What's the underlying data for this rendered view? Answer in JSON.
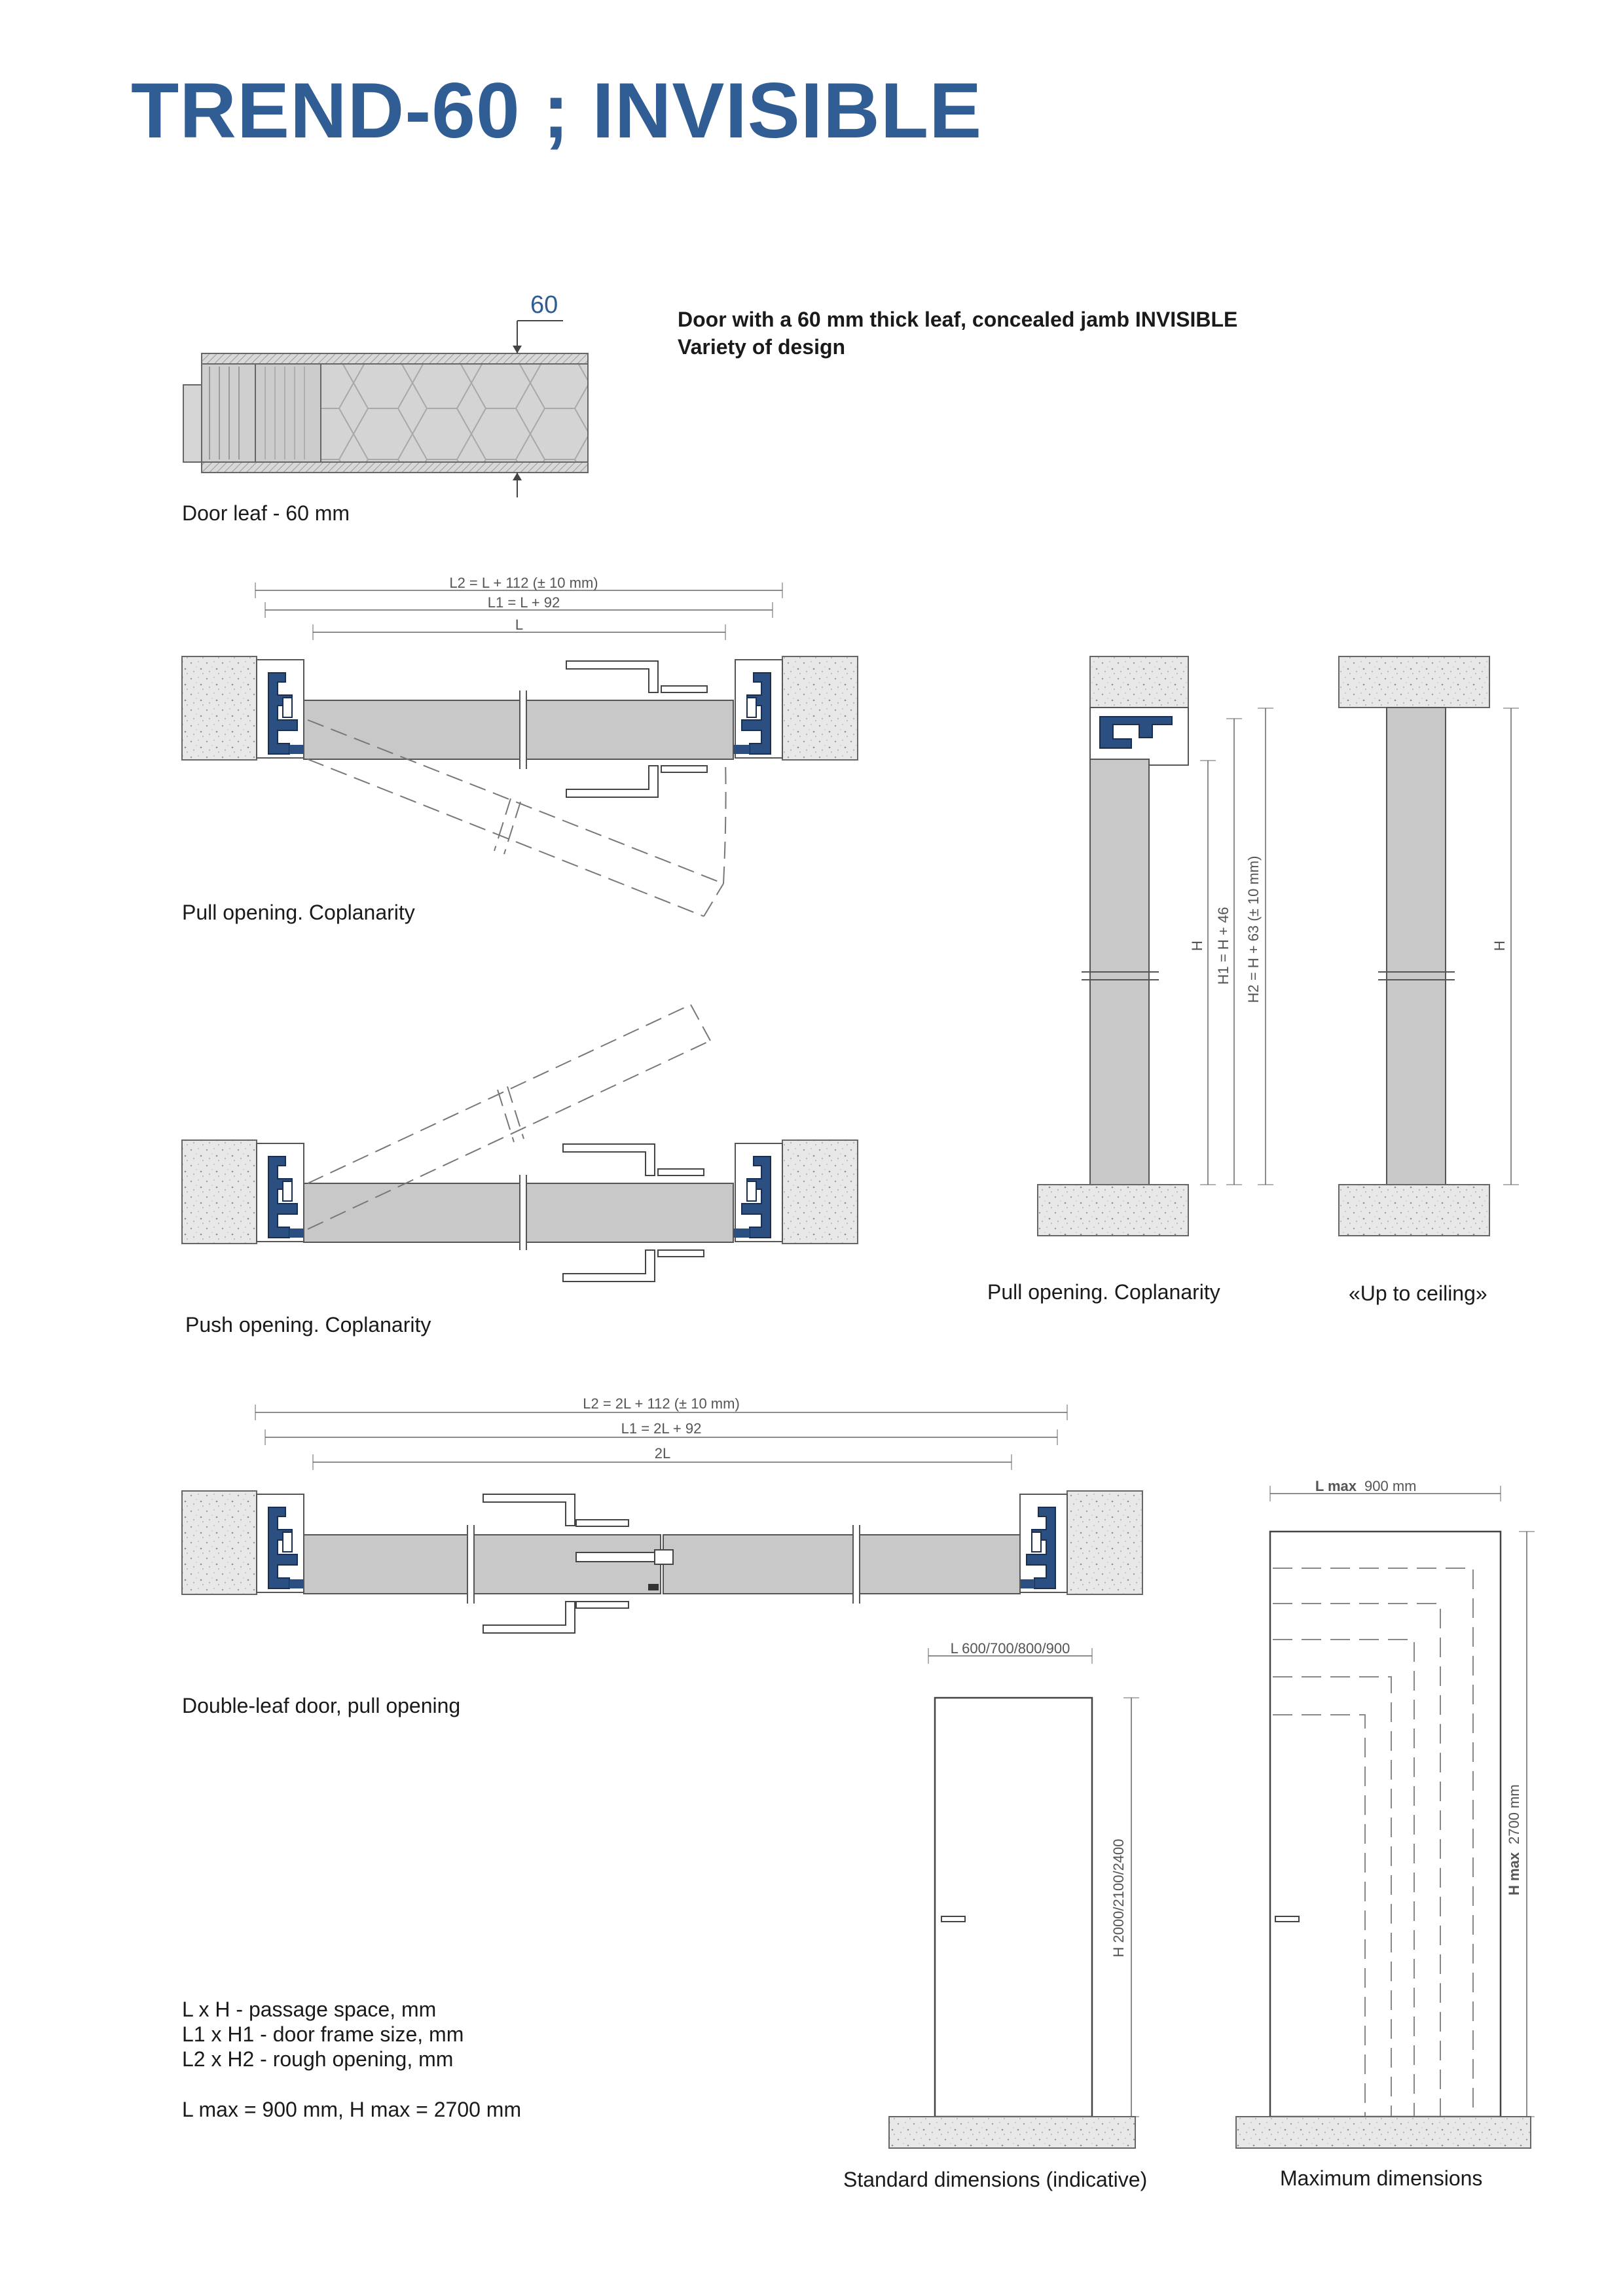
{
  "title": "TREND-60 ; INVISIBLE",
  "intro": {
    "line1": "Door with a 60 mm thick leaf, concealed jamb INVISIBLE",
    "line2": "Variety of design"
  },
  "section_leaf": {
    "thickness_label": "60",
    "caption": "Door leaf - 60 mm"
  },
  "section_pull": {
    "dim_l2": "L2 = L + 112 (± 10 mm)",
    "dim_l1": "L1 = L + 92",
    "dim_l": "L",
    "caption": "Pull opening. Coplanarity"
  },
  "section_push": {
    "caption": "Push opening. Coplanarity"
  },
  "elevation_pull": {
    "dim_h": "H",
    "dim_h1": "H1 = H + 46",
    "dim_h2": "H2 = H + 63  (± 10 mm)",
    "caption": "Pull opening. Coplanarity"
  },
  "elevation_ceiling": {
    "dim_h": "H",
    "caption": "«Up to ceiling»"
  },
  "section_double": {
    "dim_l2": "L2 = 2L + 112 (± 10 mm)",
    "dim_l1": "L1 = 2L + 92",
    "dim_l": "2L",
    "caption": "Double-leaf door, pull opening"
  },
  "standard": {
    "dim_width": "L 600/700/800/900",
    "dim_height": "H 2000/2100/2400",
    "caption": "Standard dimensions (indicative)"
  },
  "maximum": {
    "dim_width_label": "L max",
    "dim_width_value": "900 mm",
    "dim_height_label": "H max",
    "dim_height_value": "2700  mm",
    "caption": "Maximum dimensions"
  },
  "legend": {
    "line1": "L x H - passage space, mm",
    "line2": "L1 x H1 - door frame size, mm",
    "line3": "L2 x H2 - rough opening, mm",
    "line4": "L max = 900 mm, H max = 2700 mm"
  },
  "colors": {
    "title": "#2f5d94",
    "profile": "#2b4f80",
    "leaf": "#c8c8c8",
    "wall": "#e6e6e6"
  }
}
